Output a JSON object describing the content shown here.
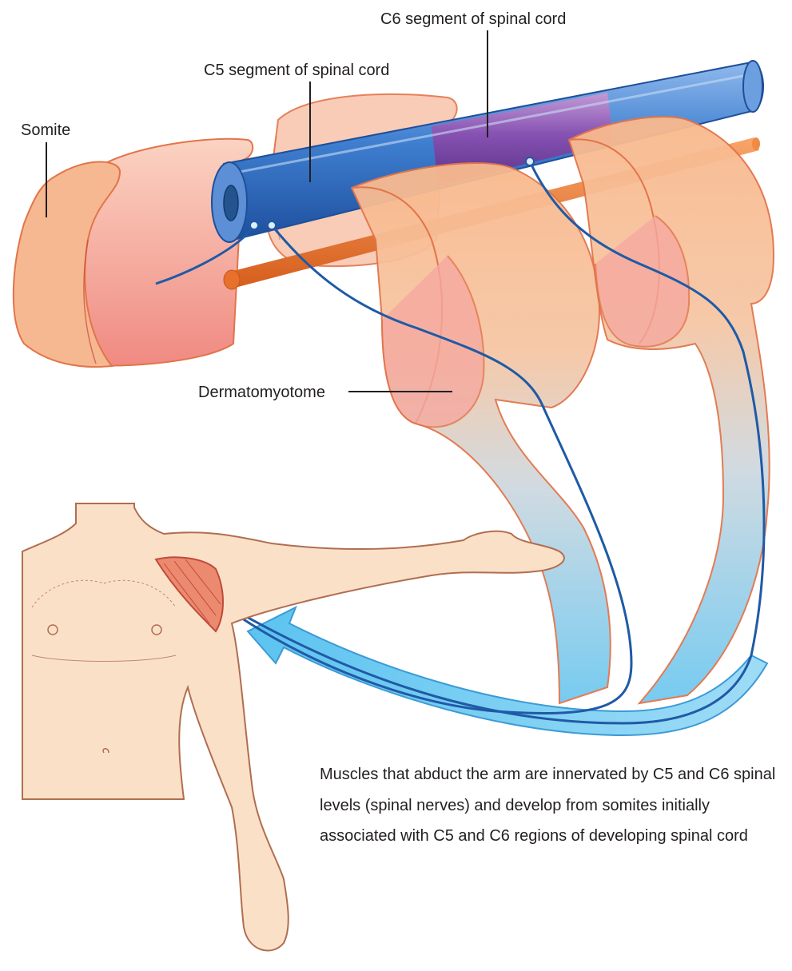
{
  "labels": {
    "somite": "Somite",
    "c5_segment": "C5 segment of spinal cord",
    "c6_segment": "C6 segment of spinal cord",
    "dermatomyotome": "Dermatomyotome"
  },
  "caption": "Muscles that abduct the arm are innervated by C5 and C6 spinal levels (spinal nerves) and develop from somites initially associated with C5 and C6 regions of developing spinal cord",
  "colors": {
    "somite_fill": "#f6b8a2",
    "somite_edge": "#e2744a",
    "cord_blue": "#3d78c8",
    "cord_purple": "#7a4aa0",
    "rod_orange": "#ee7a32",
    "nerve": "#1f5aa6",
    "skin": "#fbe0c8",
    "skin_line": "#b06e50",
    "muscle": "#ec8a70",
    "arrow_blue": "#7fcff3"
  }
}
